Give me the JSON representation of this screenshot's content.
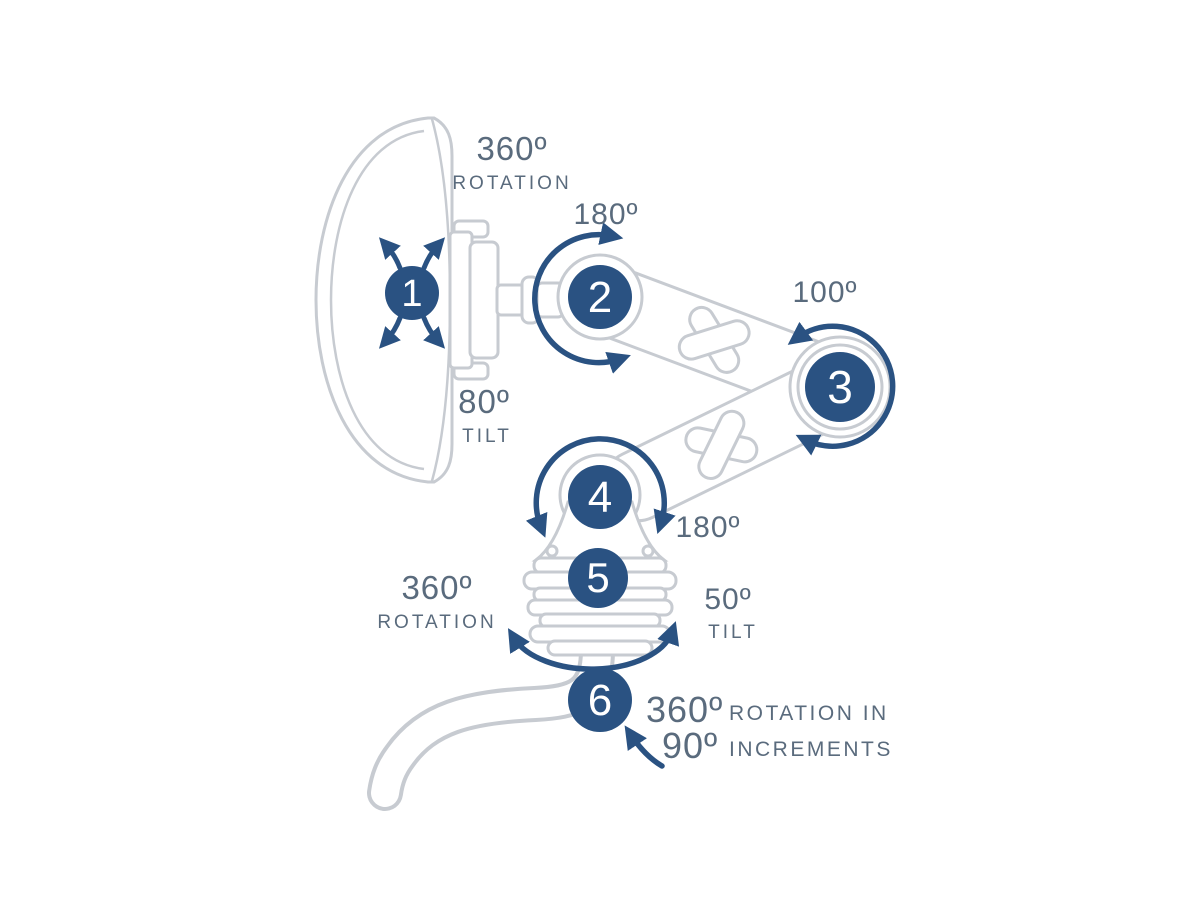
{
  "diagram": {
    "subject": "monitor-arm-articulation-diagram",
    "colors": {
      "badge_fill": "#2a5282",
      "arrow": "#2a5282",
      "line_art": "#c7cbd1",
      "label_text": "#5a6b7d"
    },
    "badges": [
      "1",
      "2",
      "3",
      "4",
      "5",
      "6"
    ],
    "callouts": {
      "head_rotation": {
        "value": "360º",
        "label": "ROTATION"
      },
      "joint2_swivel": {
        "value": "180º"
      },
      "joint3_swivel": {
        "value": "100º"
      },
      "head_tilt": {
        "value": "80º",
        "label": "TILT"
      },
      "joint4_swivel": {
        "value": "180º"
      },
      "column_rotation": {
        "value": "360º",
        "label": "ROTATION"
      },
      "column_tilt": {
        "value": "50º",
        "label": "TILT"
      },
      "base_rotation": {
        "value": "360º",
        "label": "ROTATION IN",
        "value2": "90º",
        "label2": "INCREMENTS"
      }
    }
  }
}
